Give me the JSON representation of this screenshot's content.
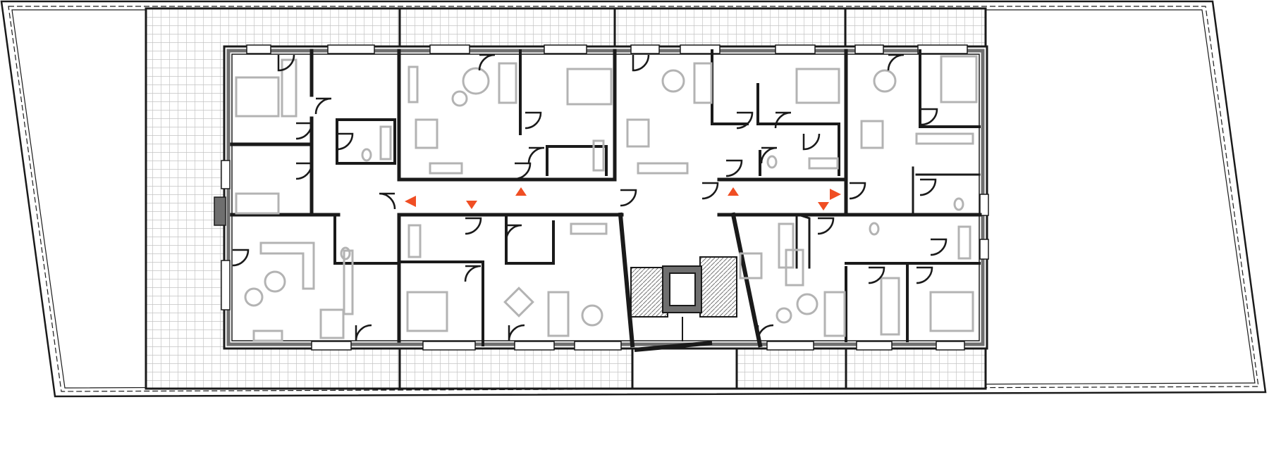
{
  "drawing": {
    "type": "floor-plan",
    "view": "typical-floor",
    "text_labels": []
  },
  "colors": {
    "background": "#ffffff",
    "wall": "#1a1a1a",
    "wall_fill": "#6f6f6f",
    "furniture": "#b3b3b3",
    "terrace_tile": "#c4c4c4",
    "entrance_marker": "#f04e23"
  },
  "legend": {
    "apartment_entrances": 6,
    "entrance_marker_icon": "orange-triangle-icon"
  },
  "elements": {
    "staircase": "stair-core",
    "elevator": "elevator-shaft",
    "corridor": "central-corridor",
    "terraces": [
      "north-terrace-west",
      "north-terrace-center-left",
      "north-terrace-center-right",
      "north-terrace-east",
      "south-terrace-west",
      "south-terrace-center",
      "south-terrace-east"
    ]
  }
}
